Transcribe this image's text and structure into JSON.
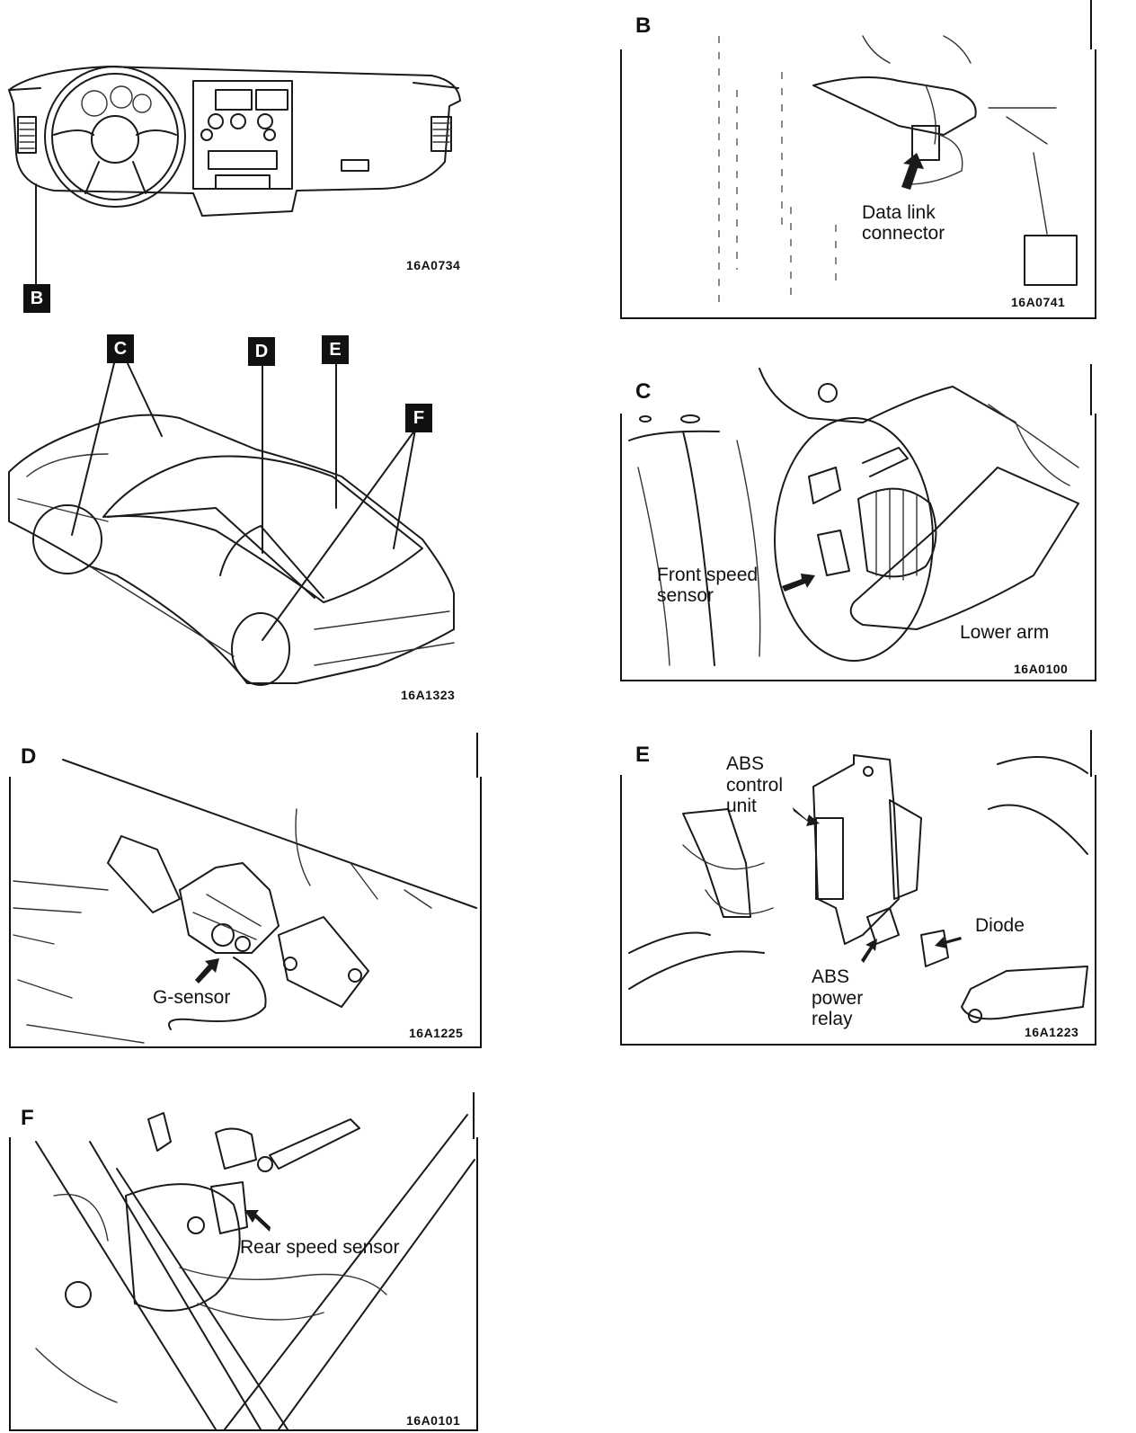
{
  "figures": {
    "dashboard": {
      "code": "16A0734",
      "callout": "B"
    },
    "car": {
      "code": "16A1323",
      "callouts": [
        "C",
        "D",
        "E",
        "F"
      ]
    },
    "B": {
      "letter": "B",
      "code": "16A0741",
      "labels": [
        "Data link",
        "connector"
      ]
    },
    "C": {
      "letter": "C",
      "code": "16A0100",
      "labels": [
        "Front  speed",
        "sensor",
        "Lower  arm"
      ]
    },
    "D": {
      "letter": "D",
      "code": "16A1225",
      "labels": [
        "G-sensor"
      ]
    },
    "E": {
      "letter": "E",
      "code": "16A1223",
      "labels": [
        "ABS",
        "control",
        "unit",
        "Diode",
        "ABS",
        "power",
        "relay"
      ]
    },
    "F": {
      "letter": "F",
      "code": "16A0101",
      "labels": [
        "Rear  speed  sensor"
      ]
    }
  },
  "icons": {
    "arrow": "pointer-arrow-icon"
  }
}
